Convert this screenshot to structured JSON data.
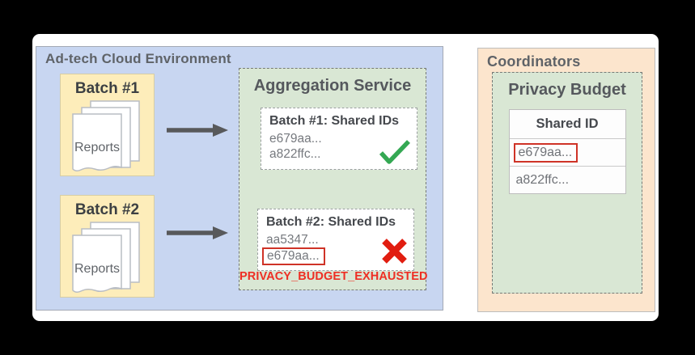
{
  "palette": {
    "env_bg": "#c8d6f1",
    "batch_bg": "#fdedba",
    "service_bg": "#d9e7d4",
    "coordinators_bg": "#fce5cd",
    "success_green": "#34a853",
    "error_red": "#ee2e24",
    "highlight_red": "#cf3327"
  },
  "adtech": {
    "title": "Ad-tech Cloud Environment",
    "batches": [
      {
        "title": "Batch #1",
        "doc_label": "Reports"
      },
      {
        "title": "Batch #2",
        "doc_label": "Reports"
      }
    ],
    "aggregation": {
      "title": "Aggregation Service",
      "results": [
        {
          "title": "Batch #1: Shared IDs",
          "ids": [
            "e679aa...",
            "a822ffc..."
          ],
          "status": "success"
        },
        {
          "title": "Batch #2: Shared IDs",
          "ids": [
            "aa5347...",
            "e679aa..."
          ],
          "status": "failure",
          "flagged_index": 1
        }
      ],
      "error_label": "PRIVACY_BUDGET_EXHAUSTED"
    }
  },
  "coordinators": {
    "title": "Coordinators",
    "privacy_budget": {
      "title": "Privacy Budget",
      "table": {
        "header": "Shared ID",
        "rows": [
          {
            "id": "e679aa...",
            "flagged": true
          },
          {
            "id": "a822ffc...",
            "flagged": false
          }
        ]
      }
    }
  }
}
